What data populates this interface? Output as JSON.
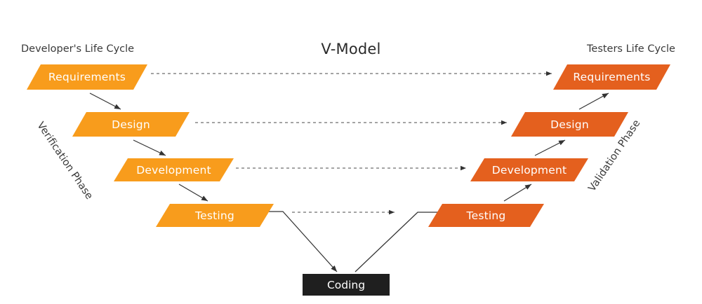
{
  "diagram": {
    "title": "V-Model",
    "left_column_title": "Developer's Life Cycle",
    "right_column_title": "Testers Life Cycle",
    "left_phase_label": "Verification Phase",
    "right_phase_label": "Validation Phase",
    "bottom_stage": "Coding",
    "colors": {
      "developer_stage": "#F89C1C",
      "tester_stage": "#E4601E",
      "coding_box": "#1F1F1F",
      "stage_text": "#FFFFFF",
      "label_text": "#3A3A3A",
      "connector": "#333333",
      "background": "#FFFFFF"
    },
    "developer_stages": [
      {
        "label": "Requirements"
      },
      {
        "label": "Design"
      },
      {
        "label": "Development"
      },
      {
        "label": "Testing"
      }
    ],
    "tester_stages": [
      {
        "label": "Requirements"
      },
      {
        "label": "Design"
      },
      {
        "label": "Development"
      },
      {
        "label": "Testing"
      }
    ]
  }
}
